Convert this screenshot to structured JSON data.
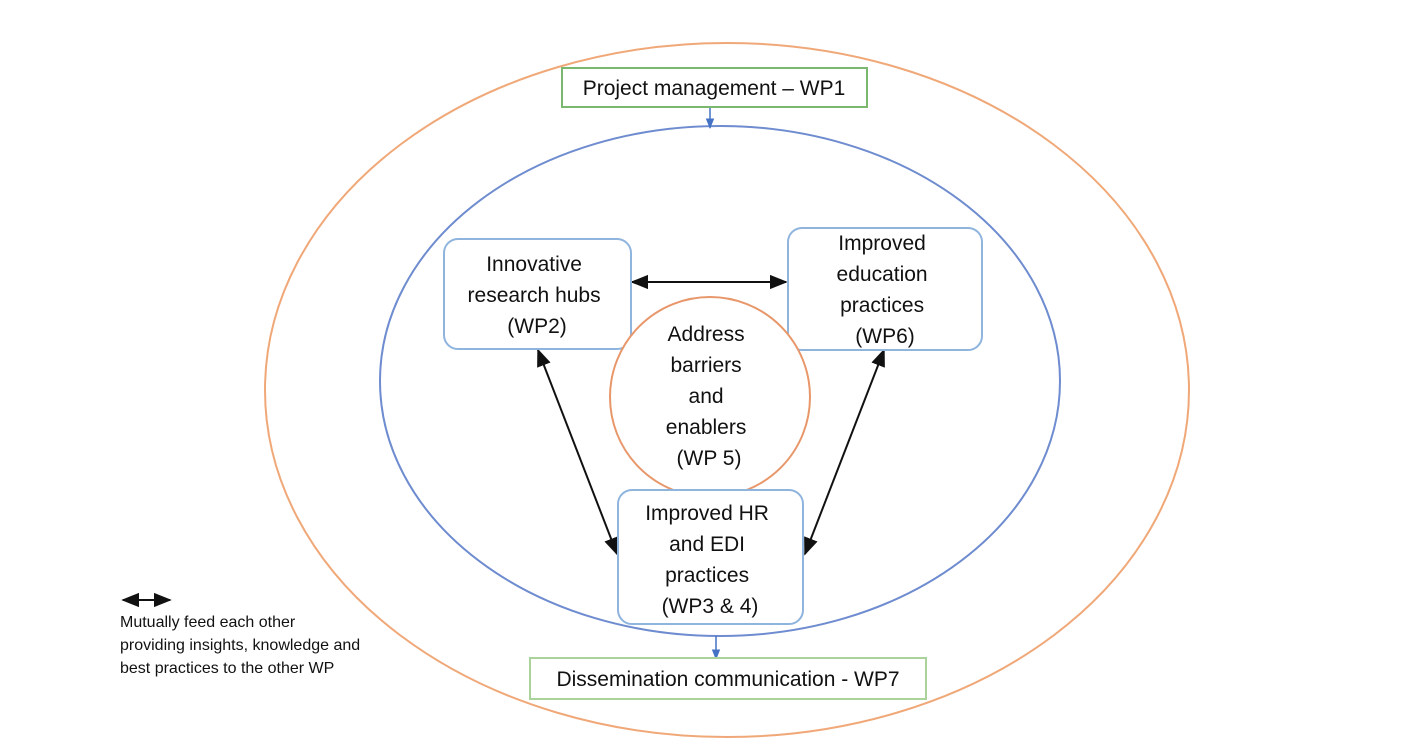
{
  "diagram": {
    "colors": {
      "outer_ring": "#F0A878",
      "inner_ring": "#6E8CCF",
      "wp_box_border": "#8FB4DD",
      "wp1_box_border": "#79B86E",
      "wp7_box_border": "#A9D39A",
      "center_circle": "#E8976A",
      "flow_arrow": "#4472C4",
      "feedback_arrow": "#111111"
    },
    "wp1": {
      "label": "Project management – WP1"
    },
    "wp2": {
      "lines": [
        "Innovative",
        "research hubs",
        "(WP2)"
      ]
    },
    "wp6": {
      "lines": [
        "Improved",
        "education",
        "practices",
        "(WP6)"
      ]
    },
    "wp5": {
      "lines": [
        "Address",
        "barriers",
        "and",
        "enablers",
        "(WP 5)"
      ]
    },
    "wp34": {
      "lines": [
        "Improved HR",
        "and EDI",
        "practices",
        "(WP3 & 4)"
      ]
    },
    "wp7": {
      "label": "Dissemination communication - WP7"
    },
    "legend": {
      "lines": [
        "Mutually feed each other",
        "providing insights, knowledge and",
        "best practices to the other WP"
      ]
    }
  }
}
